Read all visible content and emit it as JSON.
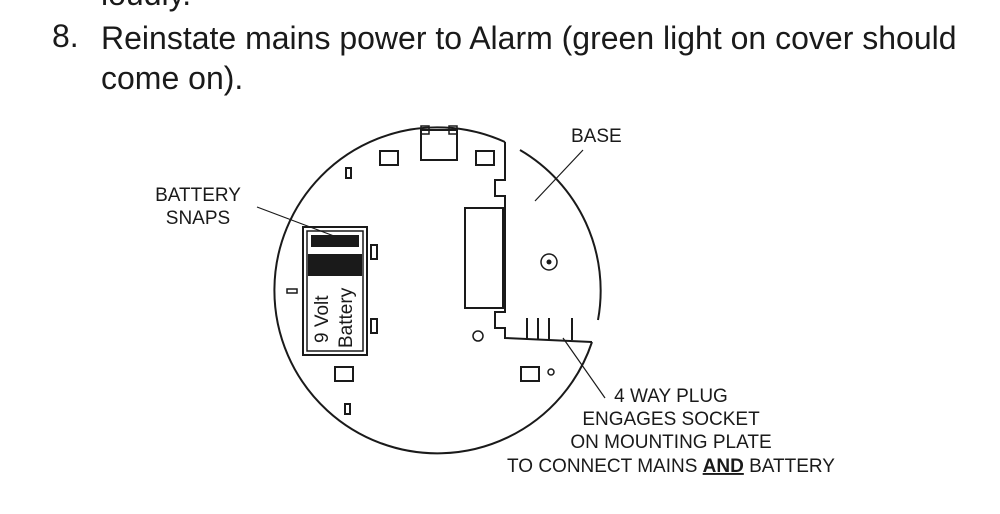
{
  "document": {
    "cut_line": "loudly.",
    "step_number": "8.",
    "step_text": "Reinstate mains power to Alarm (green light on cover should come on)."
  },
  "diagram": {
    "labels": {
      "base": "BASE",
      "battery_snaps_line1": "BATTERY",
      "battery_snaps_line2": "SNAPS",
      "battery_line1": "9 Volt",
      "battery_line2": "Battery",
      "plug_line1": "4 WAY PLUG",
      "plug_line2": "ENGAGES SOCKET",
      "plug_line3": "ON MOUNTING PLATE",
      "plug_line4_prefix": "TO CONNECT MAINS ",
      "plug_line4_emphasis": "AND",
      "plug_line4_suffix": " BATTERY"
    }
  }
}
